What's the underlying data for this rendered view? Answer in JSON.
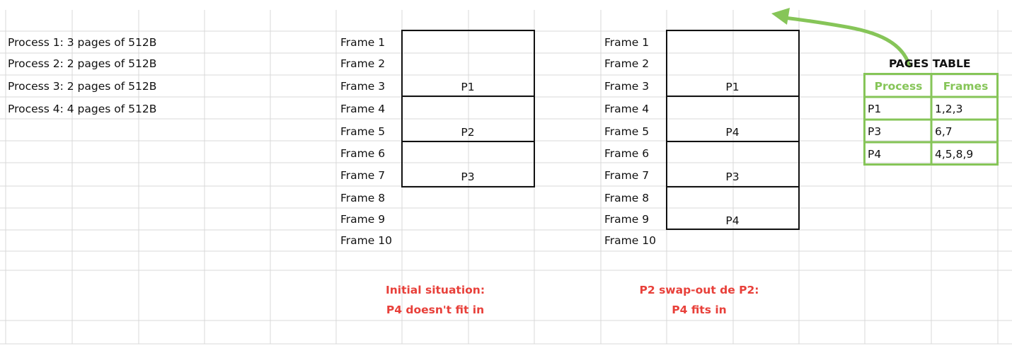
{
  "processes": [
    "Process 1: 3 pages of 512B",
    "Process 2: 2 pages of 512B",
    "Process 3: 2 pages of 512B",
    "Process 4: 4 pages of 512B"
  ],
  "initial": {
    "frames": [
      "Frame 1",
      "Frame 2",
      "Frame 3",
      "Frame 4",
      "Frame 5",
      "Frame 6",
      "Frame 7",
      "Frame 8",
      "Frame 9",
      "Frame 10"
    ],
    "blocks": [
      "P1",
      "P2",
      "P3"
    ],
    "caption_line1": "Initial situation:",
    "caption_line2": "P4 doesn't fit in"
  },
  "after": {
    "frames": [
      "Frame 1",
      "Frame 2",
      "Frame 3",
      "Frame 4",
      "Frame 5",
      "Frame 6",
      "Frame 7",
      "Frame 8",
      "Frame 9",
      "Frame 10"
    ],
    "blocks": [
      "P1",
      "P4",
      "P3",
      "P4"
    ],
    "caption_line1": "P2 swap-out de P2:",
    "caption_line2": "P4 fits in"
  },
  "pages_table": {
    "title": "PAGES TABLE",
    "headers": [
      "Process",
      "Frames"
    ],
    "rows": [
      [
        "P1",
        "1,2,3"
      ],
      [
        "P3",
        "6,7"
      ],
      [
        "P4",
        "4,5,8,9"
      ]
    ]
  },
  "colors": {
    "gridline": "#d9d9d9",
    "green": "#86c558",
    "red": "#e8403a",
    "border": "#111111"
  }
}
